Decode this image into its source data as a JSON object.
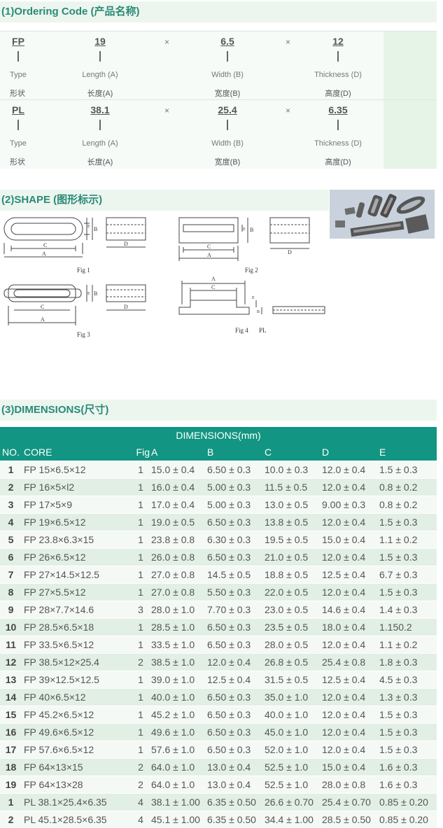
{
  "sections": {
    "ordering": "(1)Ordering Code (产品名称)",
    "shape": "(2)SHAPE (图形标示)",
    "dimensions": "(3)DIMENSIONS(尺寸)"
  },
  "ordering_codes": [
    {
      "type_code": "FP",
      "length": "19",
      "width": "6.5",
      "thickness": "12",
      "sep": "×",
      "labels_en": {
        "type": "Type",
        "length": "Length (A)",
        "width": "Width (B)",
        "thickness": "Thickness (D)"
      },
      "labels_cn": {
        "type": "形状",
        "length": "长度(A)",
        "width": "宽度(B)",
        "thickness": "高度(D)"
      }
    },
    {
      "type_code": "PL",
      "length": "38.1",
      "width": "25.4",
      "thickness": "6.35",
      "sep": "×",
      "labels_en": {
        "type": "Type",
        "length": "Length (A)",
        "width": "Width (B)",
        "thickness": "Thickness (D)"
      },
      "labels_cn": {
        "type": "形状",
        "length": "长度(A)",
        "width": "宽度(B)",
        "thickness": "高度(D)"
      }
    }
  ],
  "figures": {
    "fig1": "Fig 1",
    "fig2": "Fig 2",
    "fig3": "Fig 3",
    "fig4": "Fig 4",
    "fig4_sub": "PL",
    "dim_labels": {
      "a": "A",
      "b": "B",
      "c": "C",
      "d": "D",
      "e": "E"
    }
  },
  "table": {
    "title": "DIMENSIONS(mm)",
    "headers": [
      "NO.",
      "CORE",
      "Fig",
      "A",
      "B",
      "C",
      "D",
      "E"
    ],
    "rows": [
      [
        "1",
        "FP 15×6.5×12",
        "1",
        "15.0 ± 0.4",
        "6.50 ± 0.3",
        "10.0 ± 0.3",
        "12.0 ± 0.4",
        "1.5 ± 0.3"
      ],
      [
        "2",
        "FP 16×5×l2",
        "1",
        "16.0 ± 0.4",
        "5.00 ± 0.3",
        "11.5 ± 0.5",
        "12.0 ± 0.4",
        "0.8 ± 0.2"
      ],
      [
        "3",
        "FP 17×5×9",
        "1",
        "17.0 ± 0.4",
        "5.00 ± 0.3",
        "13.0 ± 0.5",
        "9.00 ± 0.3",
        "0.8 ± 0.2"
      ],
      [
        "4",
        "FP 19×6.5×12",
        "1",
        "19.0 ± 0.5",
        "6.50 ± 0.3",
        "13.8 ± 0.5",
        "12.0 ± 0.4",
        "1.5 ± 0.3"
      ],
      [
        "5",
        "FP 23.8×6.3×15",
        "1",
        "23.8 ± 0.8",
        "6.30 ± 0.3",
        "19.5 ± 0.5",
        "15.0 ± 0.4",
        "1.1 ± 0.2"
      ],
      [
        "6",
        "FP 26×6.5×12",
        "1",
        "26.0 ± 0.8",
        "6.50 ± 0.3",
        "21.0 ± 0.5",
        "12.0 ± 0.4",
        "1.5 ± 0.3"
      ],
      [
        "7",
        "FP 27×14.5×12.5",
        "1",
        "27.0 ± 0.8",
        "14.5 ± 0.5",
        "18.8 ± 0.5",
        "12.5 ± 0.4",
        "6.7 ± 0.3"
      ],
      [
        "8",
        "FP 27×5.5×12",
        "1",
        "27.0 ± 0.8",
        "5.50 ± 0.3",
        "22.0 ± 0.5",
        "12.0 ± 0.4",
        "1.5 ± 0.3"
      ],
      [
        "9",
        "FP 28×7.7×14.6",
        "3",
        "28.0 ± 1.0",
        "7.70 ± 0.3",
        "23.0 ± 0.5",
        "14.6 ± 0.4",
        "1.4 ± 0.3"
      ],
      [
        "10",
        "FP 28.5×6.5×18",
        "1",
        "28.5 ± 1.0",
        "6.50 ± 0.3",
        "23.5 ± 0.5",
        "18.0 ± 0.4",
        "1.150.2"
      ],
      [
        "11",
        "FP 33.5×6.5×12",
        "1",
        "33.5 ± 1.0",
        "6.50 ± 0.3",
        "28.0 ± 0.5",
        "12.0 ± 0.4",
        "1.1 ± 0.2"
      ],
      [
        "12",
        "FP 38.5×12×25.4",
        "2",
        "38.5 ± 1.0",
        "12.0 ± 0.4",
        "26.8 ± 0.5",
        "25.4 ± 0.8",
        "1.8 ± 0.3"
      ],
      [
        "13",
        "FP 39×12.5×12.5",
        "1",
        "39.0 ± 1.0",
        "12.5 ± 0.4",
        "31.5 ± 0.5",
        "12.5 ± 0.4",
        "4.5 ± 0.3"
      ],
      [
        "14",
        "FP 40×6.5×12",
        "1",
        "40.0 ± 1.0",
        "6.50 ± 0.3",
        "35.0 ± 1.0",
        "12.0 ± 0.4",
        "1.3 ± 0.3"
      ],
      [
        "15",
        "FP 45.2×6.5×12",
        "1",
        "45.2 ± 1.0",
        "6.50 ± 0.3",
        "40.0 ± 1.0",
        "12.0 ± 0.4",
        "1.5 ± 0.3"
      ],
      [
        "16",
        "FP 49.6×6.5×12",
        "1",
        "49.6 ± 1.0",
        "6.50 ± 0.3",
        "45.0 ± 1.0",
        "12.0 ± 0.4",
        "1.5 ± 0.3"
      ],
      [
        "17",
        "FP 57.6×6.5×12",
        "1",
        "57.6 ± 1.0",
        "6.50 ± 0.3",
        "52.0 ± 1.0",
        "12.0 ± 0.4",
        "1.5 ± 0.3"
      ],
      [
        "18",
        "FP 64×13×15",
        "2",
        "64.0 ± 1.0",
        "13.0 ± 0.4",
        "52.5 ± 1.0",
        "15.0 ± 0.4",
        "1.6 ± 0.3"
      ],
      [
        "19",
        "FP 64×13×28",
        "2",
        "64.0 ± 1.0",
        "13.0 ± 0.4",
        "52.5 ± 1.0",
        "28.0 ± 0.8",
        "1.6 ± 0.3"
      ],
      [
        "1",
        "PL 38.1×25.4×6.35",
        "4",
        "38.1 ± 1.00",
        "6.35 ± 0.50",
        "26.6 ± 0.70",
        "25.4 ± 0.70",
        "0.85 ± 0.20"
      ],
      [
        "2",
        "PL 45.1×28.5×6.35",
        "4",
        "45.1 ± 1.00",
        "6.35 ± 0.50",
        "34.4 ± 1.00",
        "28.5 ± 0.50",
        "0.85 ± 0.20"
      ]
    ]
  }
}
